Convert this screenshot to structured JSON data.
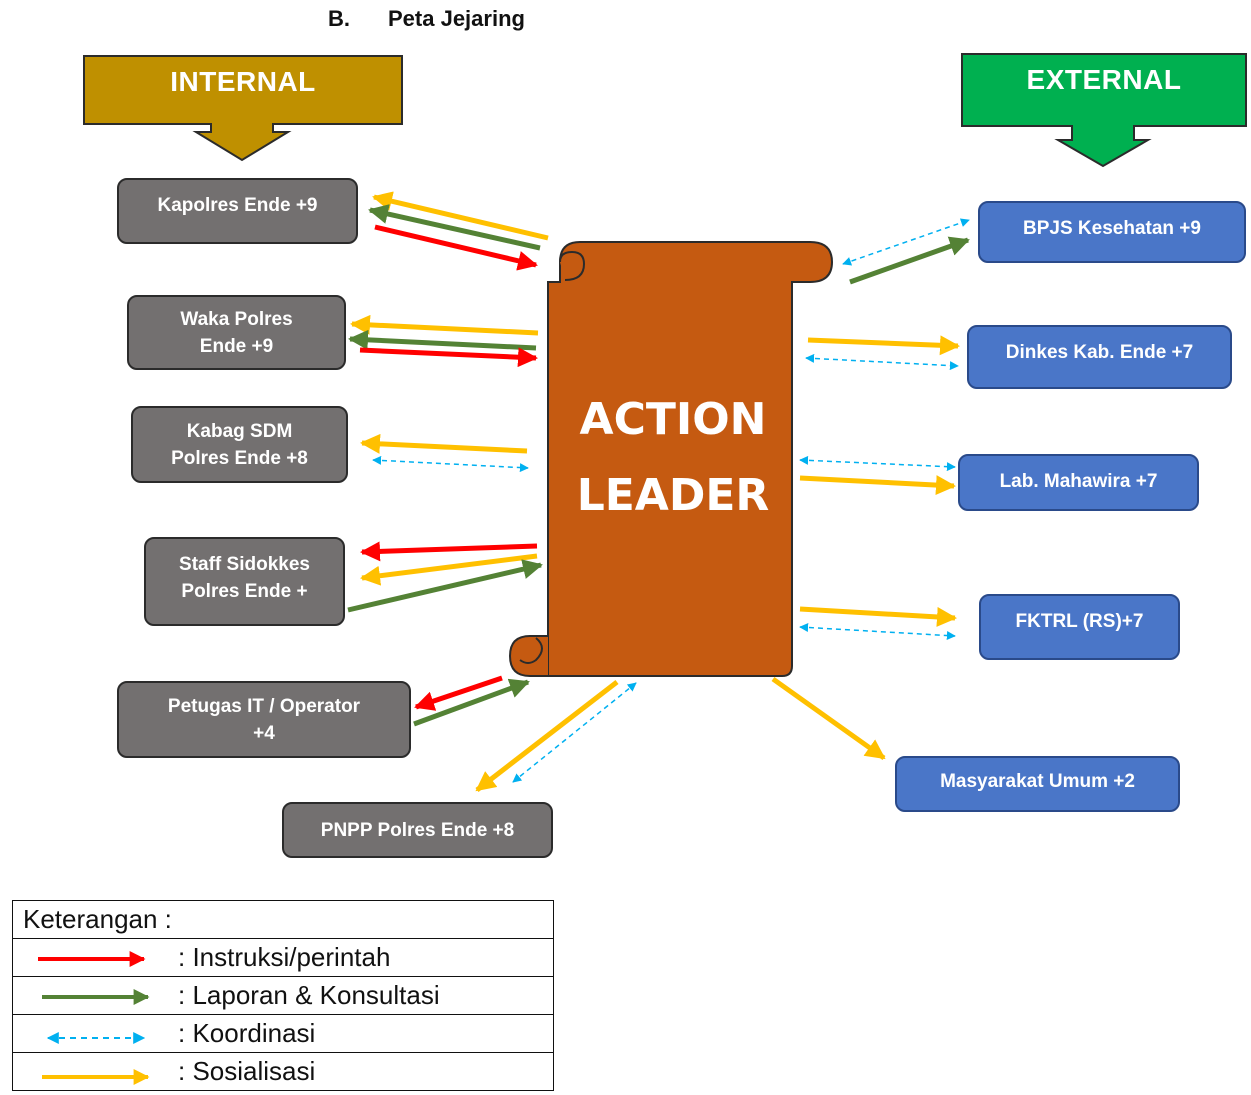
{
  "heading": {
    "number": "B.",
    "title": "Peta Jejaring"
  },
  "banners": {
    "internal": "INTERNAL",
    "external": "EXTERNAL"
  },
  "center": {
    "line1": "ACTION",
    "line2": "LEADER"
  },
  "colors": {
    "internal_banner": "#bf9000",
    "external_banner": "#00b050",
    "scroll": "#c55a11",
    "internal_node": "#737070",
    "external_node": "#4a76c8",
    "instruksi": "#ff0000",
    "laporan": "#548235",
    "koordinasi": "#00b0f0",
    "sosialisasi": "#ffc000"
  },
  "internal_nodes": [
    {
      "id": "kapolres",
      "lines": [
        "Kapolres Ende +9"
      ]
    },
    {
      "id": "waka",
      "lines": [
        "Waka Polres",
        "Ende +9"
      ]
    },
    {
      "id": "kabag",
      "lines": [
        "Kabag SDM",
        "Polres Ende +8"
      ]
    },
    {
      "id": "staff",
      "lines": [
        "Staff Sidokkes",
        "Polres Ende +"
      ]
    },
    {
      "id": "petugas",
      "lines": [
        "Petugas IT / Operator",
        "+4"
      ]
    },
    {
      "id": "pnpp",
      "lines": [
        "PNPP Polres Ende +8"
      ]
    }
  ],
  "external_nodes": [
    {
      "id": "bpjs",
      "lines": [
        "BPJS Kesehatan +9"
      ]
    },
    {
      "id": "dinkes",
      "lines": [
        "Dinkes Kab. Ende +7"
      ]
    },
    {
      "id": "lab",
      "lines": [
        "Lab. Mahawira +7"
      ]
    },
    {
      "id": "fktrl",
      "lines": [
        "FKTRL (RS)+7"
      ]
    },
    {
      "id": "masyarakat",
      "lines": [
        "Masyarakat Umum +2"
      ]
    }
  ],
  "legend": {
    "title": "Keterangan :",
    "items": [
      {
        "type": "instruksi",
        "label": ": Instruksi/perintah"
      },
      {
        "type": "laporan",
        "label": ": Laporan & Konsultasi"
      },
      {
        "type": "koordinasi",
        "label": ": Koordinasi"
      },
      {
        "type": "sosialisasi",
        "label": ": Sosialisasi"
      }
    ]
  }
}
